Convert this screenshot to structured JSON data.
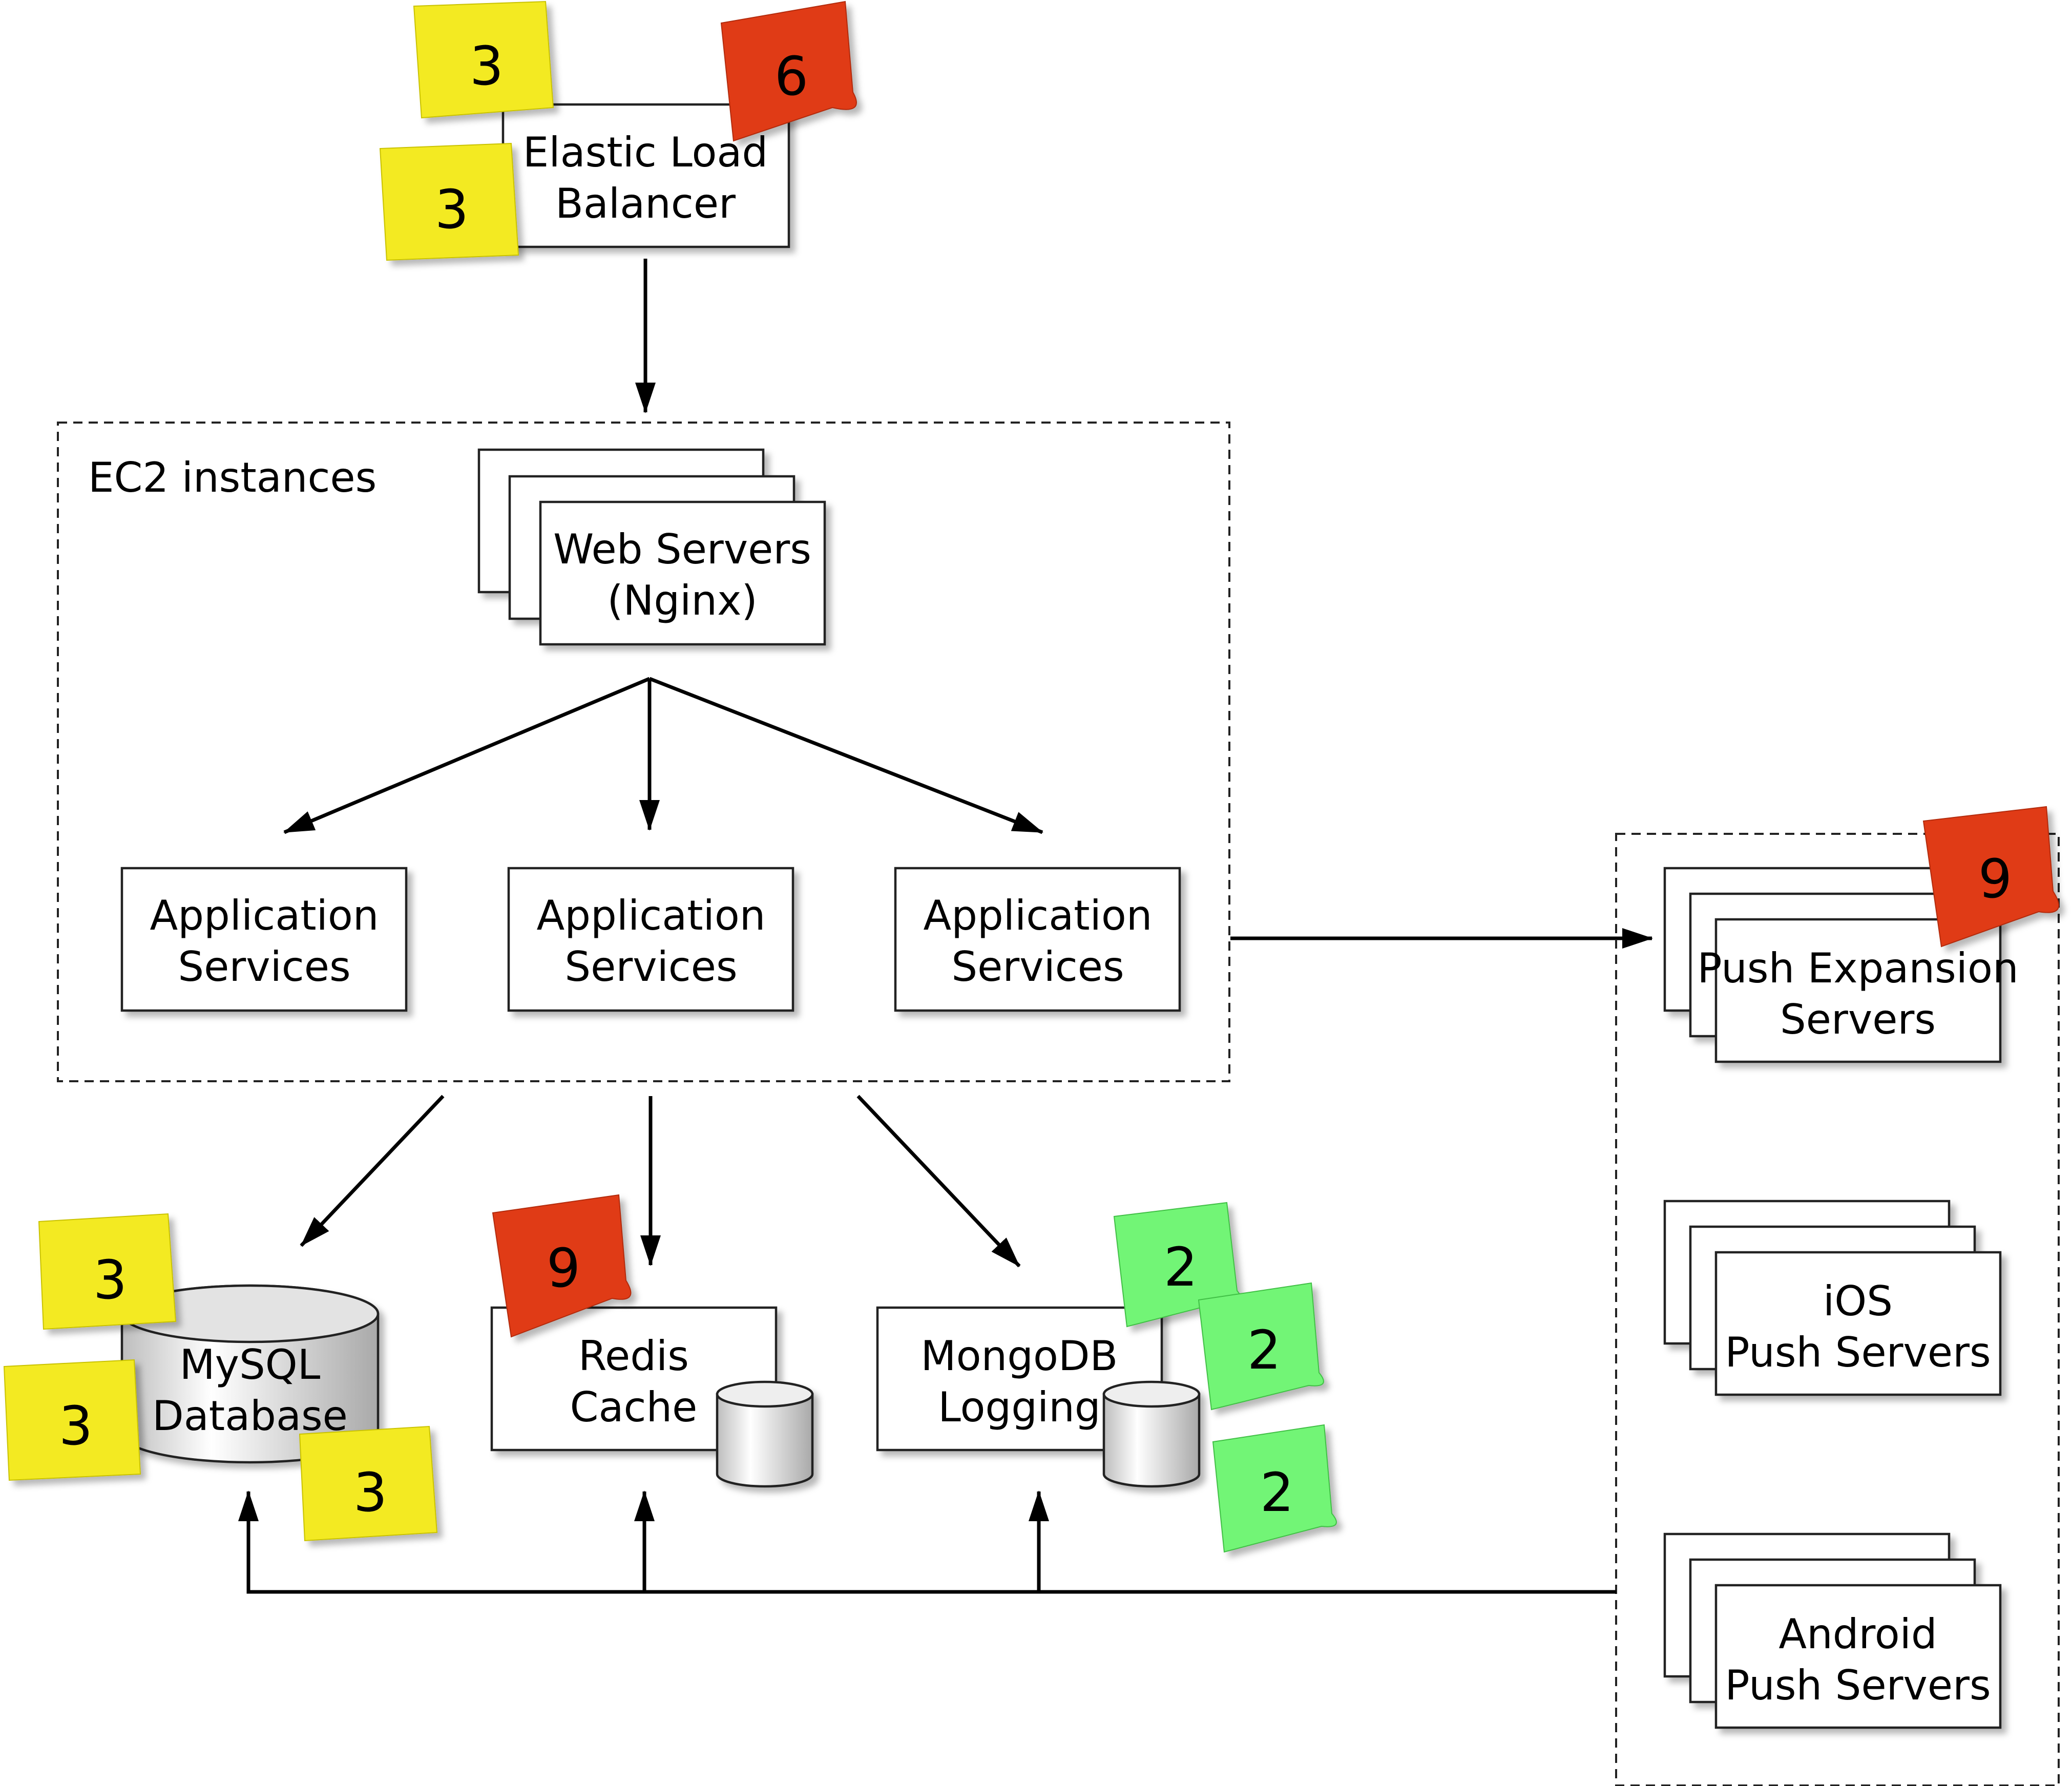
{
  "nodes": {
    "load_balancer": [
      "Elastic Load",
      "Balancer"
    ],
    "web_servers": [
      "Web Servers",
      "(Nginx)"
    ],
    "app_services_1": [
      "Application",
      "Services"
    ],
    "app_services_2": [
      "Application",
      "Services"
    ],
    "app_services_3": [
      "Application",
      "Services"
    ],
    "mysql": [
      "MySQL",
      "Database"
    ],
    "redis": [
      "Redis",
      "Cache"
    ],
    "mongodb": [
      "MongoDB",
      "Logging"
    ],
    "push_expansion": [
      "Push Expansion",
      "Servers"
    ],
    "ios_push": [
      "iOS",
      "Push Servers"
    ],
    "android_push": [
      "Android",
      "Push Servers"
    ]
  },
  "groups": {
    "ec2": "EC2 instances"
  },
  "sticky_notes": {
    "lb_yellow_top": "3",
    "lb_yellow_bottom": "3",
    "lb_red": "6",
    "push_red": "9",
    "mysql_yellow_top": "3",
    "mysql_yellow_left": "3",
    "mysql_yellow_right": "3",
    "redis_red": "9",
    "mongo_green_1": "2",
    "mongo_green_2": "2",
    "mongo_green_3": "2"
  },
  "colors": {
    "yellow_note": "#F3EA22",
    "red_note": "#E03A12",
    "green_note": "#72F576"
  }
}
